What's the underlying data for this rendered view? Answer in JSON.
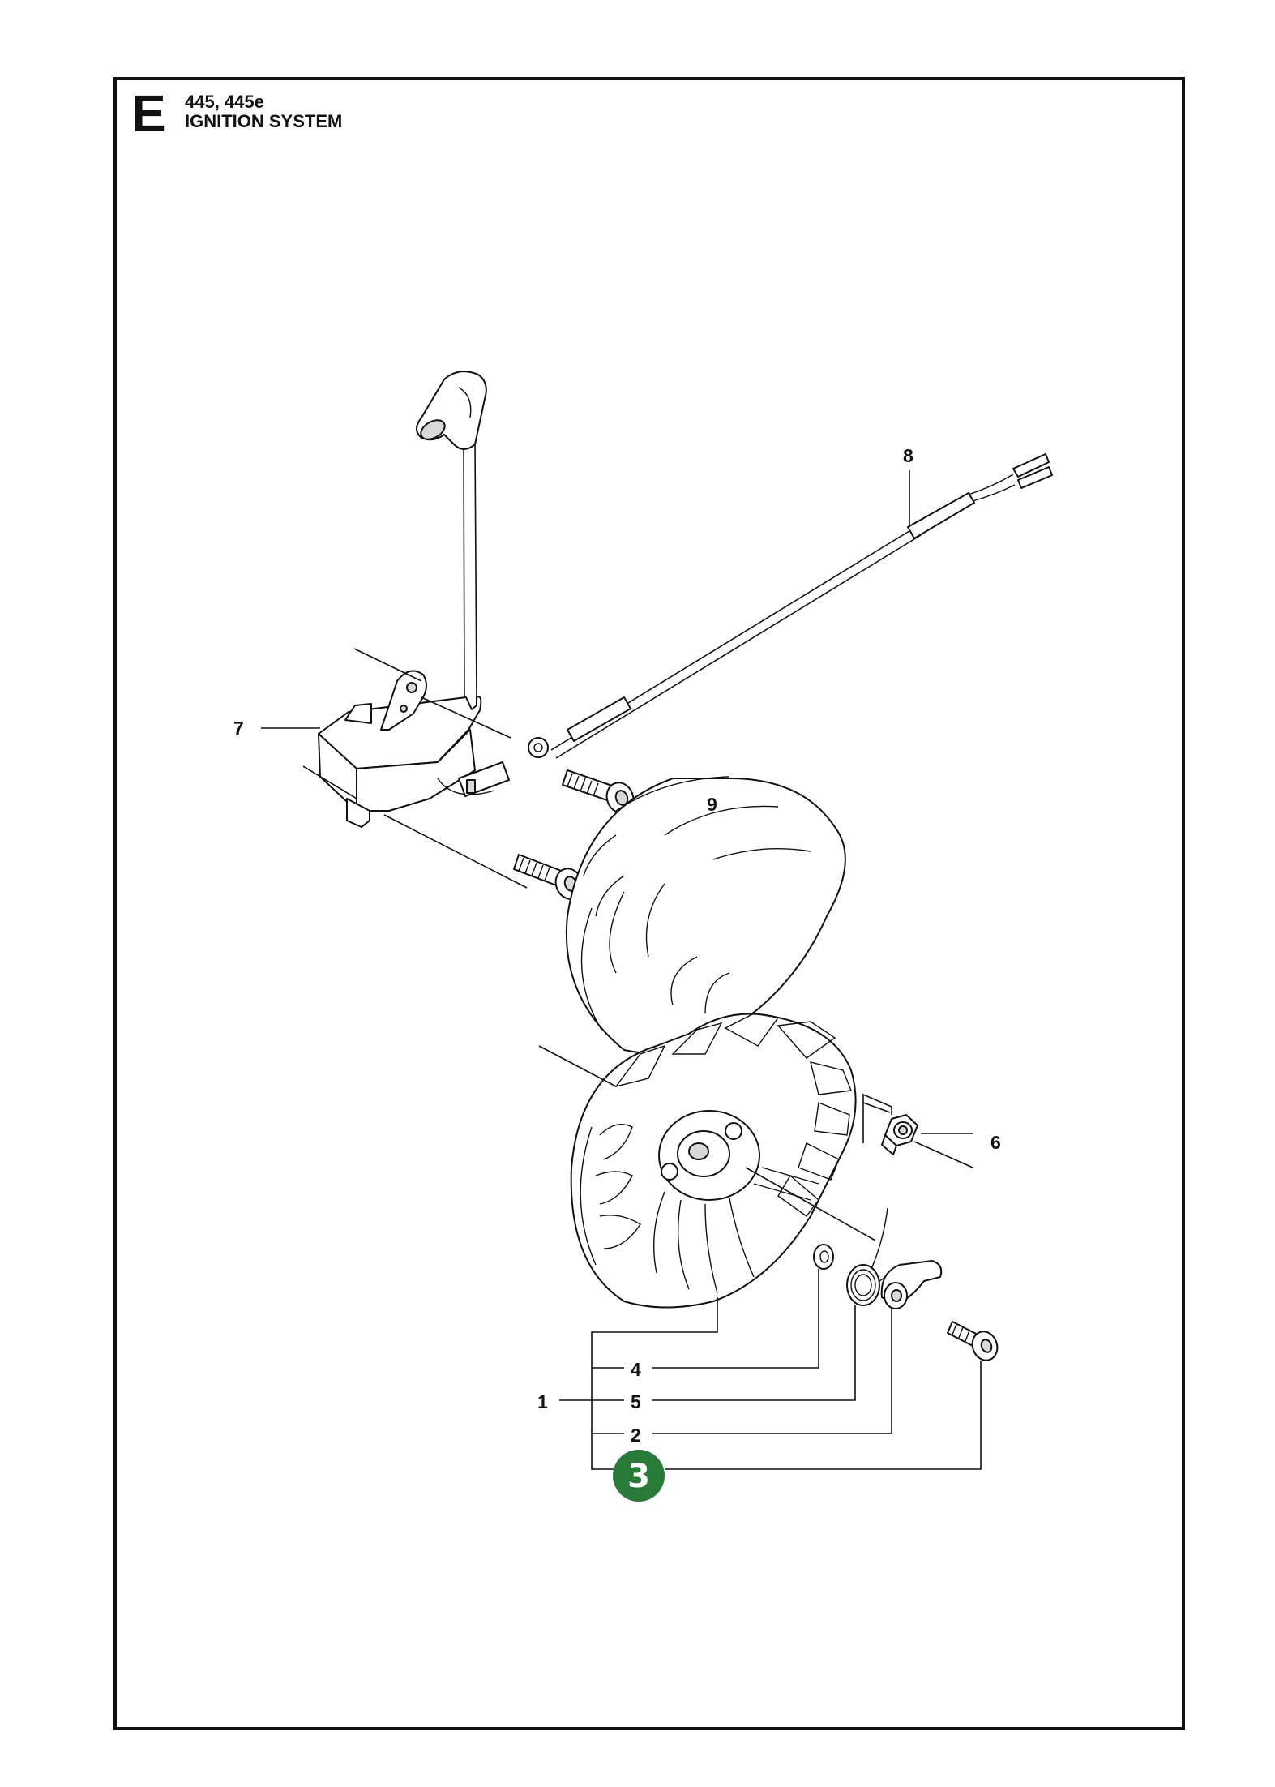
{
  "header": {
    "section_letter": "E",
    "models": "445, 445e",
    "title": "IGNITION SYSTEM"
  },
  "callouts": {
    "c1": "1",
    "c2": "2",
    "c4": "4",
    "c5": "5",
    "c6": "6",
    "c7": "7",
    "c8": "8",
    "c9": "9"
  },
  "badge": {
    "label": "3",
    "color": "#2a7a3a"
  }
}
